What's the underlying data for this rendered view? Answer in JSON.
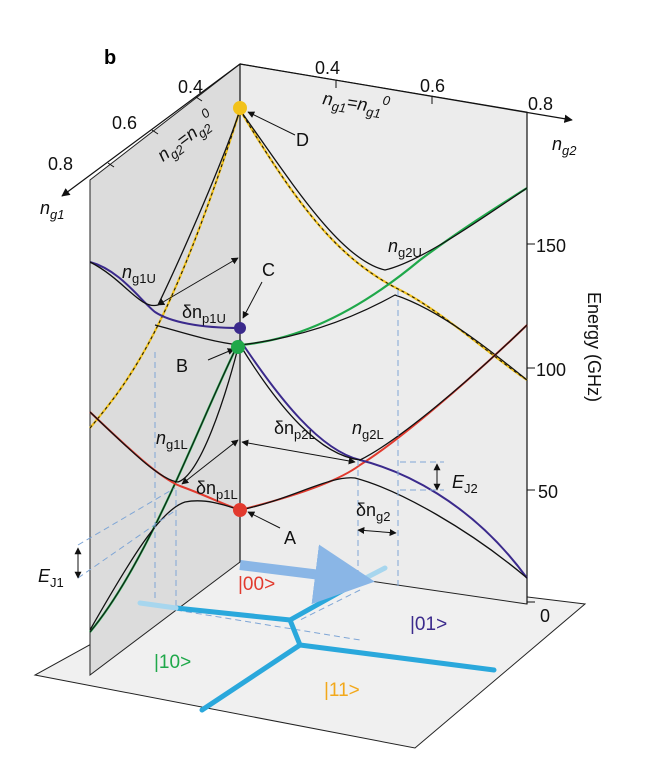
{
  "panel_label": "b",
  "left_axis": {
    "name": "n",
    "name_sub": "g1",
    "ticks": [
      "0.4",
      "0.6",
      "0.8"
    ],
    "plane_label_main": "n",
    "plane_label_sub1": "g2",
    "plane_label_eq": "=n",
    "plane_label_sub2": "g2",
    "plane_label_sup": "0"
  },
  "right_axis": {
    "name": "n",
    "name_sub": "g2",
    "ticks": [
      "0.4",
      "0.6",
      "0.8"
    ],
    "plane_label_main": "n",
    "plane_label_sub1": "g1",
    "plane_label_eq": "=n",
    "plane_label_sub2": "g1",
    "plane_label_sup": "0"
  },
  "energy_axis": {
    "title": "Energy (GHz)",
    "ticks": [
      "0",
      "50",
      "100",
      "150"
    ]
  },
  "points": {
    "A": "A",
    "B": "B",
    "C": "C",
    "D": "D"
  },
  "colors": {
    "yellow": "#f2c21b",
    "green": "#1fa84a",
    "purple": "#3b2a8c",
    "red": "#e23a2e",
    "blue": "#2aa8dc",
    "dash": "#7fa6d6"
  },
  "annotations": {
    "ng1U": {
      "main": "n",
      "sub": "g1U"
    },
    "ng2U": {
      "main": "n",
      "sub": "g2U"
    },
    "dnp1U": {
      "main": "δn",
      "sub": "p1U"
    },
    "ng1L": {
      "main": "n",
      "sub": "g1L"
    },
    "dnp1L": {
      "main": "δn",
      "sub": "p1L"
    },
    "dnp2L": {
      "main": "δn",
      "sub": "p2L"
    },
    "ng2L": {
      "main": "n",
      "sub": "g2L"
    },
    "dng2": {
      "main": "δn",
      "sub": "g2"
    },
    "EJ1": {
      "main": "E",
      "sub": "J1"
    },
    "EJ2": {
      "main": "E",
      "sub": "J2"
    }
  },
  "states": {
    "s00": "|00>",
    "s01": "|01>",
    "s10": "|10>",
    "s11": "|11>"
  }
}
